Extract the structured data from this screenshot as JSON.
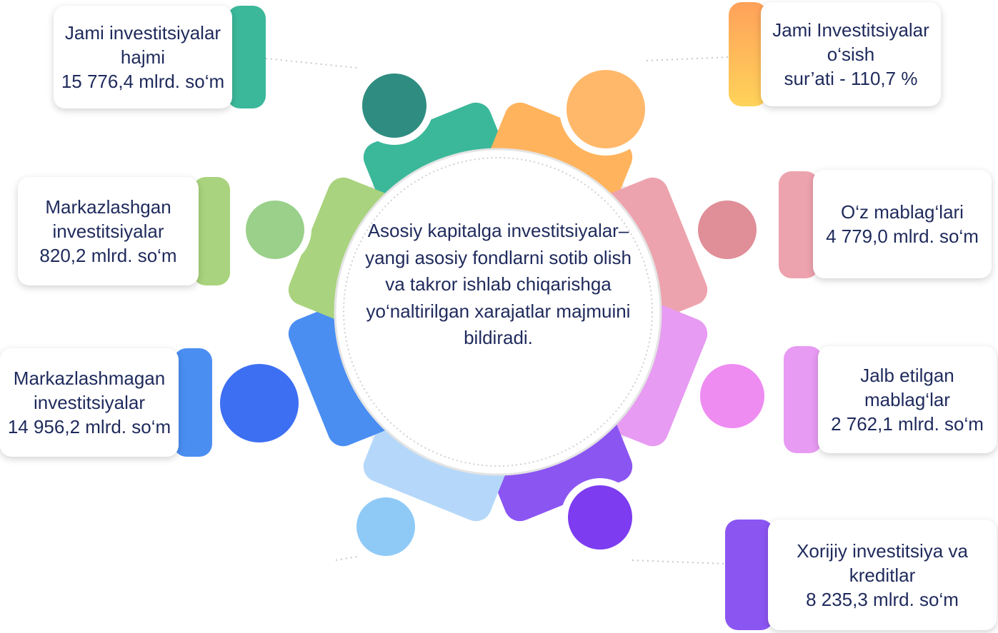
{
  "center": {
    "text": "Asosiy kapitalga investitsiyalar– yangi asosiy fondlarni sotib olish va takror ishlab chiqarishga yo‘naltirilgan xarajatlar majmuini bildiradi."
  },
  "cards": [
    {
      "title": "Jami investitsiyalar hajmi",
      "value": "15 776,4 mlrd. so‘m",
      "color": "#3bb89a"
    },
    {
      "title": "Jami Investitsiyalar o‘sish",
      "value": "sur’ati - 110,7 %",
      "color": "#ffb35c"
    },
    {
      "title": "Markazlashgan investitsiyalar",
      "value": "820,2 mlrd. so‘m",
      "color": "#a9d37e"
    },
    {
      "title": "O‘z mablag‘lari",
      "value": "4 779,0 mlrd. so‘m",
      "color": "#eda3ad"
    },
    {
      "title": "Markazlashmagan investitsiyalar",
      "value": "14 956,2 mlrd. so‘m",
      "color": "#4a8ef2"
    },
    {
      "title": "Jalb etilgan mablag‘lar",
      "value": "2 762,1 mlrd. so‘m",
      "color": "#e79bf2"
    },
    {
      "title": "Xorijiy investitsiya va kreditlar",
      "value": "8 235,3 mlrd. so‘m",
      "color": "#8b55f2"
    }
  ]
}
